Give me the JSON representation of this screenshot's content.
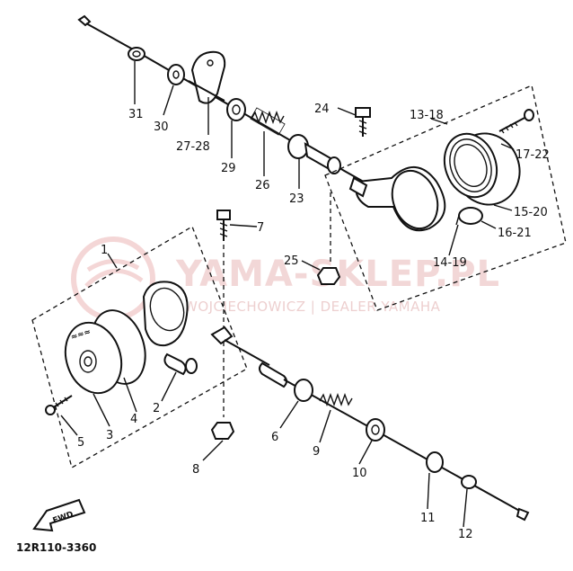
{
  "diagram_code": "12R110-3360",
  "fwd_label": "FWD",
  "watermark": {
    "title": "YAMA-SKLEP.PL",
    "subtitle": "WOJCIECHOWICZ | DEALER YAMAHA"
  },
  "callouts": [
    {
      "id": "c1",
      "text": "1"
    },
    {
      "id": "c2",
      "text": "2"
    },
    {
      "id": "c3",
      "text": "3"
    },
    {
      "id": "c4",
      "text": "4"
    },
    {
      "id": "c5",
      "text": "5"
    },
    {
      "id": "c6",
      "text": "6"
    },
    {
      "id": "c7",
      "text": "7"
    },
    {
      "id": "c8",
      "text": "8"
    },
    {
      "id": "c9",
      "text": "9"
    },
    {
      "id": "c10",
      "text": "10"
    },
    {
      "id": "c11",
      "text": "11"
    },
    {
      "id": "c12",
      "text": "12"
    },
    {
      "id": "c1318",
      "text": "13-18"
    },
    {
      "id": "c1419",
      "text": "14-19"
    },
    {
      "id": "c1520",
      "text": "15-20"
    },
    {
      "id": "c1621",
      "text": "16-21"
    },
    {
      "id": "c1722",
      "text": "17-22"
    },
    {
      "id": "c23",
      "text": "23"
    },
    {
      "id": "c24",
      "text": "24"
    },
    {
      "id": "c25",
      "text": "25"
    },
    {
      "id": "c26",
      "text": "26"
    },
    {
      "id": "c2728",
      "text": "27-28"
    },
    {
      "id": "c29",
      "text": "29"
    },
    {
      "id": "c30",
      "text": "30"
    },
    {
      "id": "c31",
      "text": "31"
    }
  ]
}
